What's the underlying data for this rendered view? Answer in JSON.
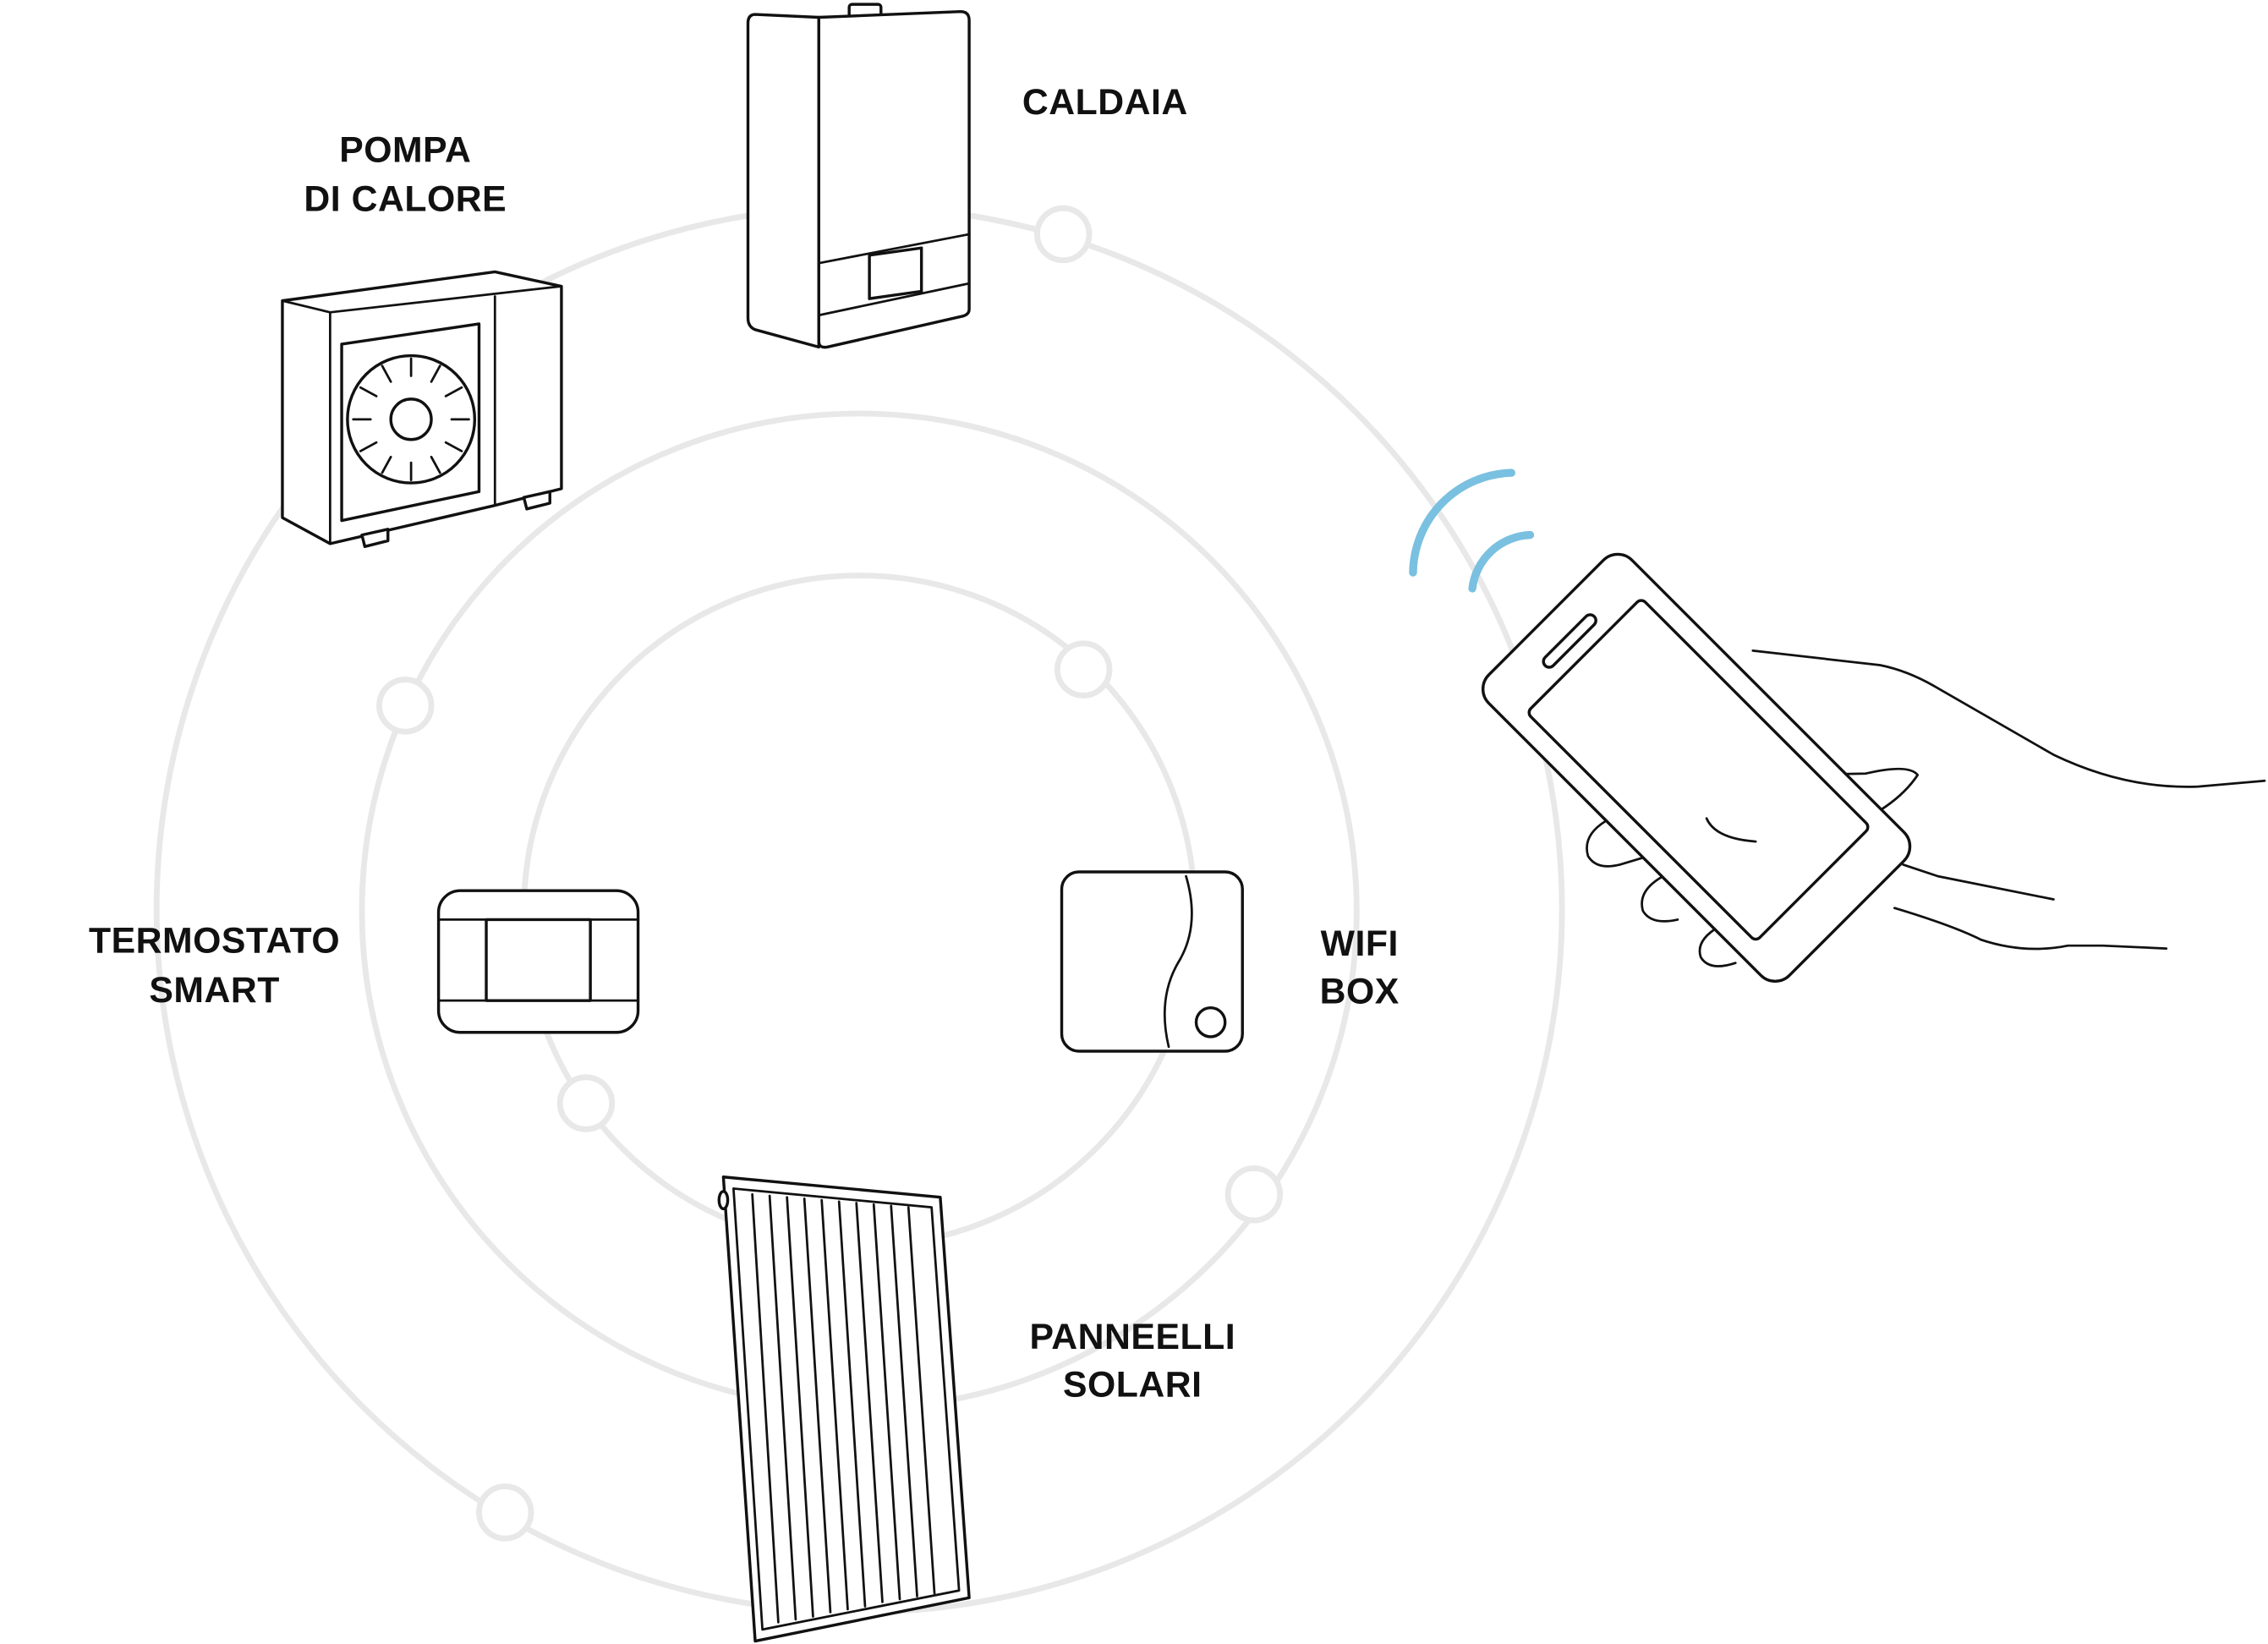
{
  "labels": {
    "caldaia": "CALDAIA",
    "pompa_line1": "POMPA",
    "pompa_line2": "DI CALORE",
    "termostato_line1": "TERMOSTATO",
    "termostato_line2": "SMART",
    "wifi_line1": "WIFI",
    "wifi_line2": "BOX",
    "pannelli_line1": "PANNEELLI",
    "pannelli_line2": "SOLARI"
  },
  "colors": {
    "ring": "#e8e8e8",
    "signal": "#7ac0e0",
    "stroke": "#111111"
  }
}
